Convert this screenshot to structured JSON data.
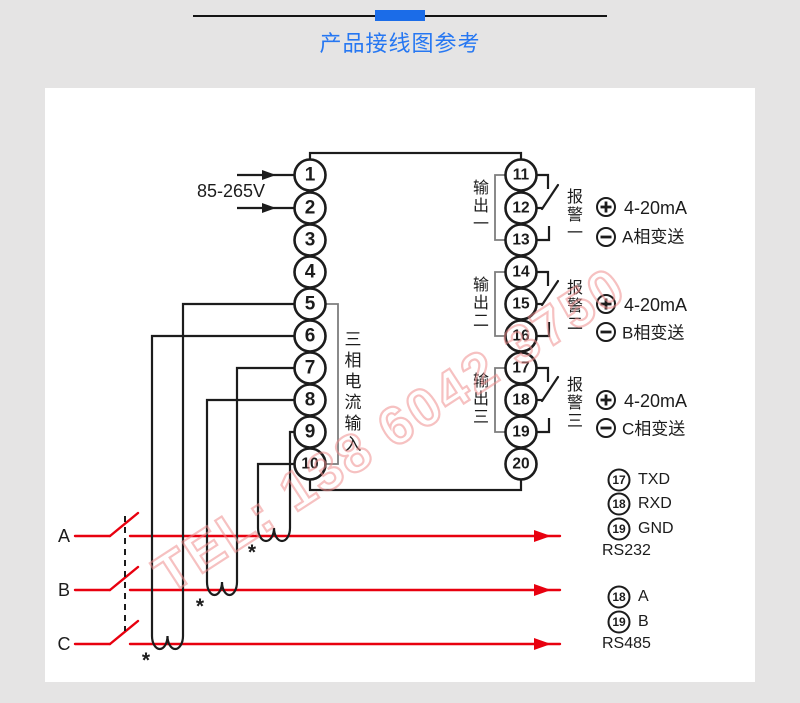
{
  "header": {
    "title": "产品接线图参考"
  },
  "device": {
    "power_label": "85-265V",
    "current_input_label": "三相电流输入",
    "left_terminals": [
      "1",
      "2",
      "3",
      "4",
      "5",
      "6",
      "7",
      "8",
      "9",
      "10"
    ],
    "right_terminals": [
      "11",
      "12",
      "13",
      "14",
      "15",
      "16",
      "17",
      "18",
      "19",
      "20"
    ]
  },
  "outputs": [
    {
      "group_label": "输出一",
      "alarm_label": "报警一",
      "range_label": "4-20mA",
      "transmit_label": "A相变送"
    },
    {
      "group_label": "输出二",
      "alarm_label": "报警二",
      "range_label": "4-20mA",
      "transmit_label": "B相变送"
    },
    {
      "group_label": "输出三",
      "alarm_label": "报警三",
      "range_label": "4-20mA",
      "transmit_label": "C相变送"
    }
  ],
  "comm": {
    "rs232": {
      "title": "RS232",
      "pins": [
        {
          "no": "17",
          "label": "TXD"
        },
        {
          "no": "18",
          "label": "RXD"
        },
        {
          "no": "19",
          "label": "GND"
        }
      ]
    },
    "rs485": {
      "title": "RS485",
      "pins": [
        {
          "no": "18",
          "label": "A"
        },
        {
          "no": "19",
          "label": "B"
        }
      ]
    }
  },
  "phases": {
    "a": "A",
    "b": "B",
    "c": "C"
  },
  "ct": {
    "polarity_marker": "*"
  },
  "watermark": {
    "text": "TEL: 138 6042 3750"
  },
  "icons": {
    "plus_circle": "plus-in-circle",
    "minus_circle": "minus-in-circle",
    "arrow": "right-arrow"
  },
  "colors": {
    "wire": "#1c1c1c",
    "phase_wire": "#e8000f",
    "bracket": "#7d7d7d",
    "title_blue": "#2677f2",
    "accent_bar": "#1b6ce8",
    "watermark_pink": "#ee8e8e"
  }
}
